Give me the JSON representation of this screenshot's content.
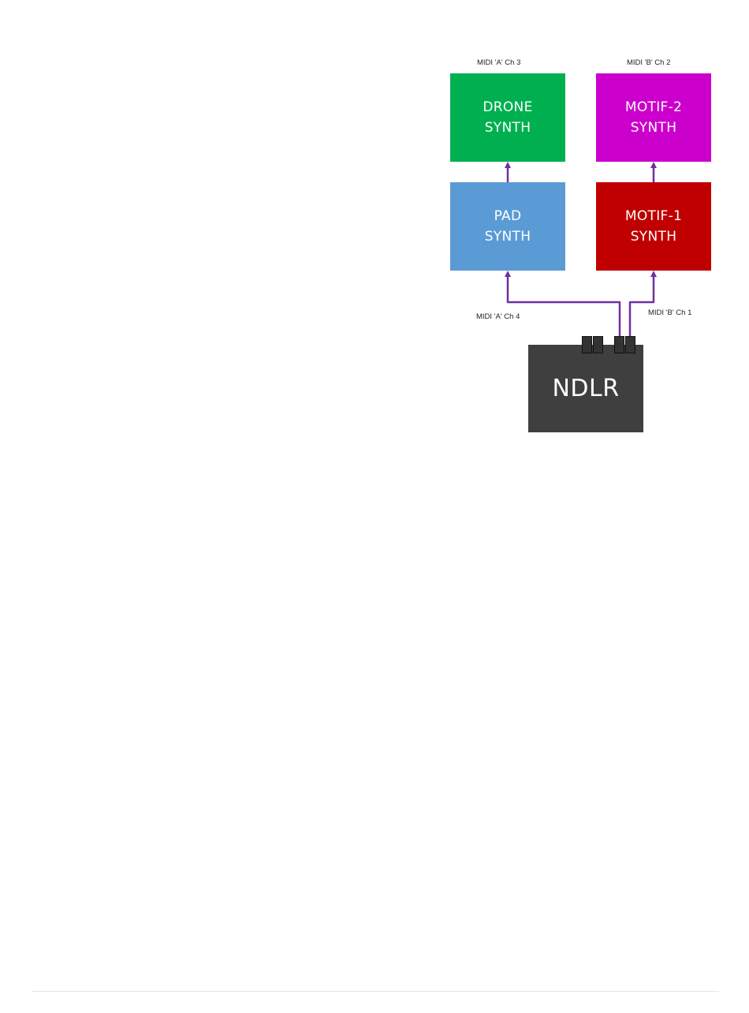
{
  "colors": {
    "drone": "#00b050",
    "motif2": "#cc00cc",
    "pad": "#5b9bd5",
    "motif1": "#c00000",
    "ndlr": "#3f3f3f",
    "port": "#333333",
    "wire": "#7030a0"
  },
  "boxes": {
    "drone": {
      "line1": "DRONE",
      "line2": "SYNTH"
    },
    "motif2": {
      "line1": "MOTIF-2",
      "line2": "SYNTH"
    },
    "pad": {
      "line1": "PAD",
      "line2": "SYNTH"
    },
    "motif1": {
      "line1": "MOTIF-1",
      "line2": "SYNTH"
    }
  },
  "labels": {
    "drone_midi": "MIDI 'A' Ch 3",
    "motif2_midi": "MIDI 'B' Ch 2",
    "pad_midi": "MIDI 'A' Ch 4",
    "motif1_midi": "MIDI 'B' Ch 1"
  },
  "ndlr": {
    "label": "NDLR"
  }
}
